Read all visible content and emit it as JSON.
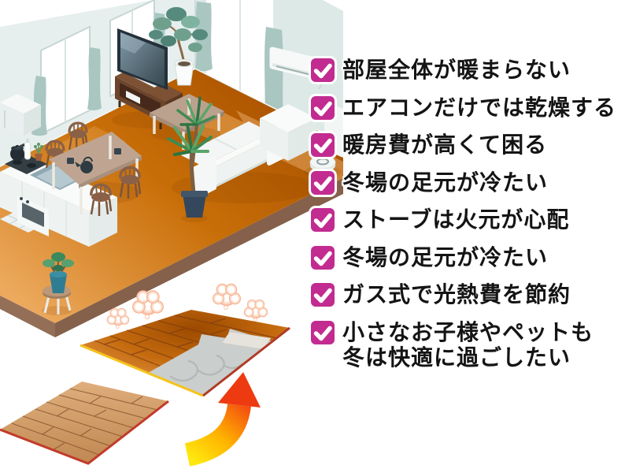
{
  "checklist": {
    "checkbox_color": "#c22b90",
    "check_color": "#ffffff",
    "text_color": "#141414",
    "items": [
      "部屋全体が暖まらない",
      "エアコンだけでは乾燥する",
      "暖房費が高くて困る",
      "冬場の足元が冷たい",
      "ストーブは火元が心配",
      "冬場の足元が冷たい",
      "ガス式で光熱費を節約",
      "小さなお子様やペットも\n冬は快適に過ごしたい"
    ]
  },
  "illustration": {
    "colors": {
      "wall": "#e4eeec",
      "curtain": "#a9c6c1",
      "floor_dark": "#aa5300",
      "floor_light": "#edaa5e",
      "heated_panel_dark": "#9c4a00",
      "heating_mat_grey": "#cacecd",
      "wood_panel": "#d29e6a",
      "steam_edge": "#f5a988",
      "arrow_yellow": "#ffe70f",
      "arrow_red": "#ee3a10"
    }
  }
}
